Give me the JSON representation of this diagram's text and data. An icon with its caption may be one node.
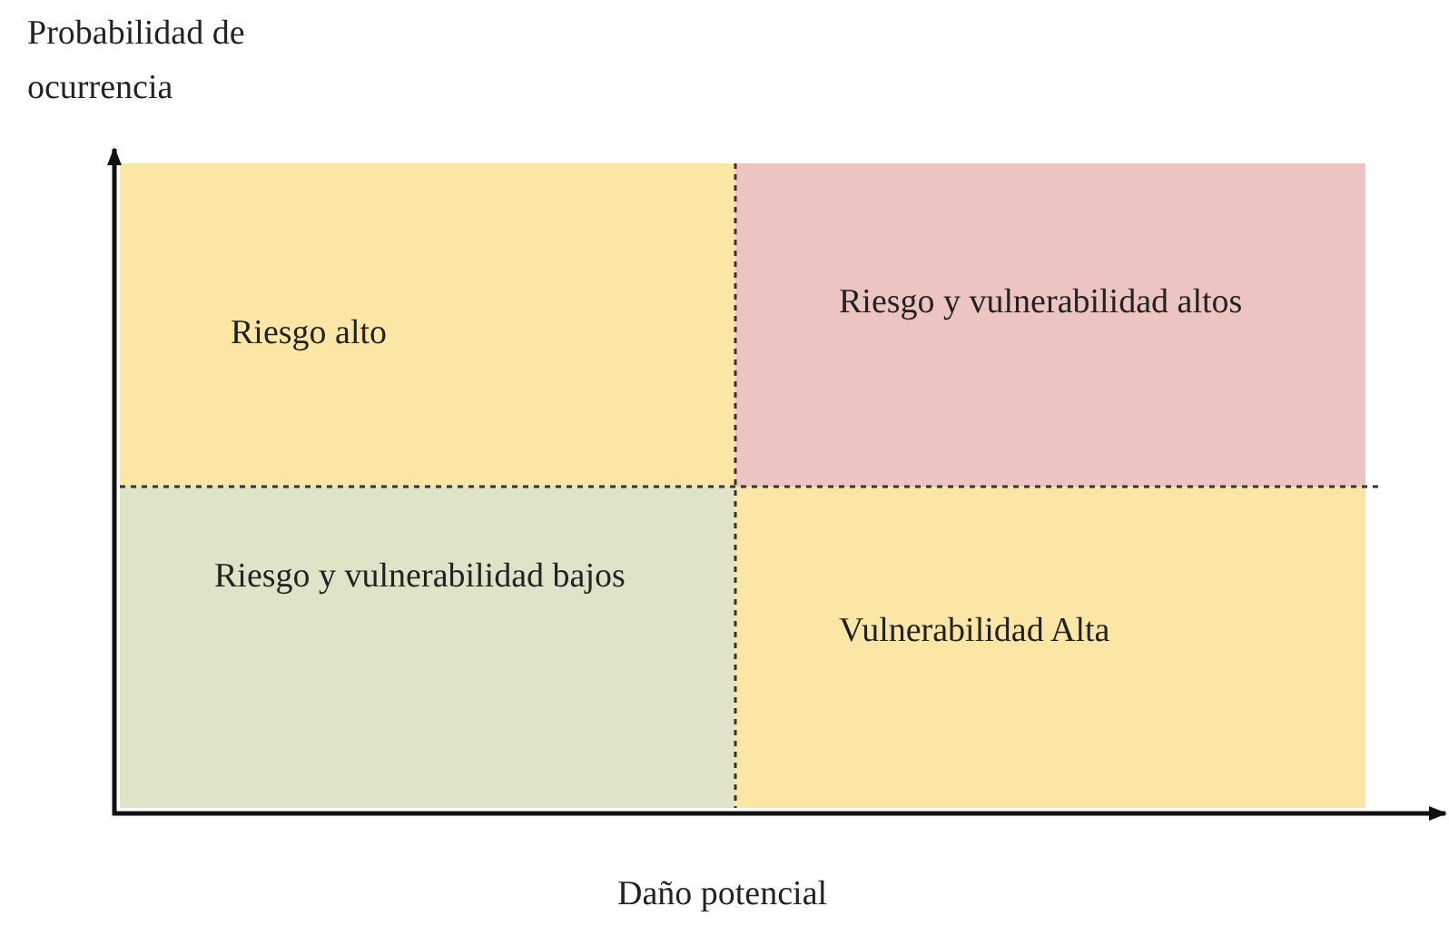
{
  "diagram": {
    "nodes": [
      {
        "text": [
          "Riesgo alto"
        ]
      },
      {
        "text": [
          "Riesgo y vulnerabilidad altos"
        ]
      },
      {
        "text": [
          "Riesgo y vulnerabilidad bajos"
        ]
      },
      {
        "text": [
          "Vulnerabilidad Alta"
        ]
      }
    ],
    "labels": [
      "Probabilidad de ocurrencia",
      "Daño potencial"
    ]
  }
}
